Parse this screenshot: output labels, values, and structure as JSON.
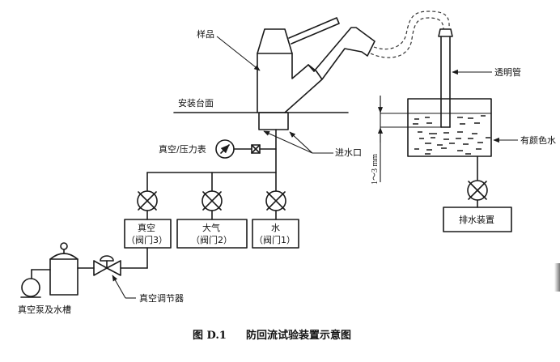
{
  "labels": {
    "sample": "样品",
    "mounting_surface": "安装台面",
    "transparent_tube": "透明管",
    "colored_water": "有颜色水",
    "drain_device": "排水装置",
    "gauge": "真空/压力表",
    "water_inlet": "进水口",
    "valve3_title": "真空",
    "valve3_sub": "（阀门3）",
    "valve2_title": "大气",
    "valve2_sub": "（阀门2）",
    "valve1_title": "水",
    "valve1_sub": "（阀门1）",
    "vacuum_regulator": "真空调节器",
    "vacuum_pump_tank": "真空泵及水槽",
    "dimension": "1～3 mm"
  },
  "caption": {
    "figure_no": "图 D.1",
    "title": "防回流试验装置示意图"
  }
}
